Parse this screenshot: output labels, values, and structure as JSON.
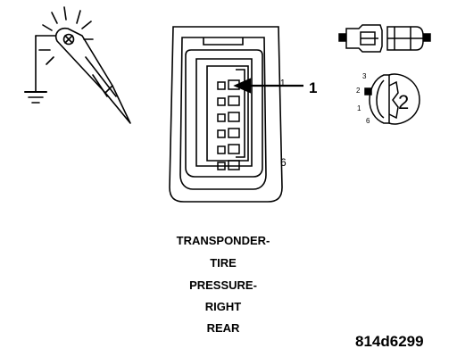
{
  "callouts": {
    "pin_marker": "1",
    "connector_marker": "2"
  },
  "pin_labels": {
    "top": "1",
    "bottom": "6"
  },
  "cavity_labels": [
    "3",
    "2",
    "1",
    "6"
  ],
  "title_lines": [
    "TRANSPONDER-",
    "TIRE",
    "PRESSURE-",
    "RIGHT",
    "REAR"
  ],
  "figure_code": "814d6299"
}
